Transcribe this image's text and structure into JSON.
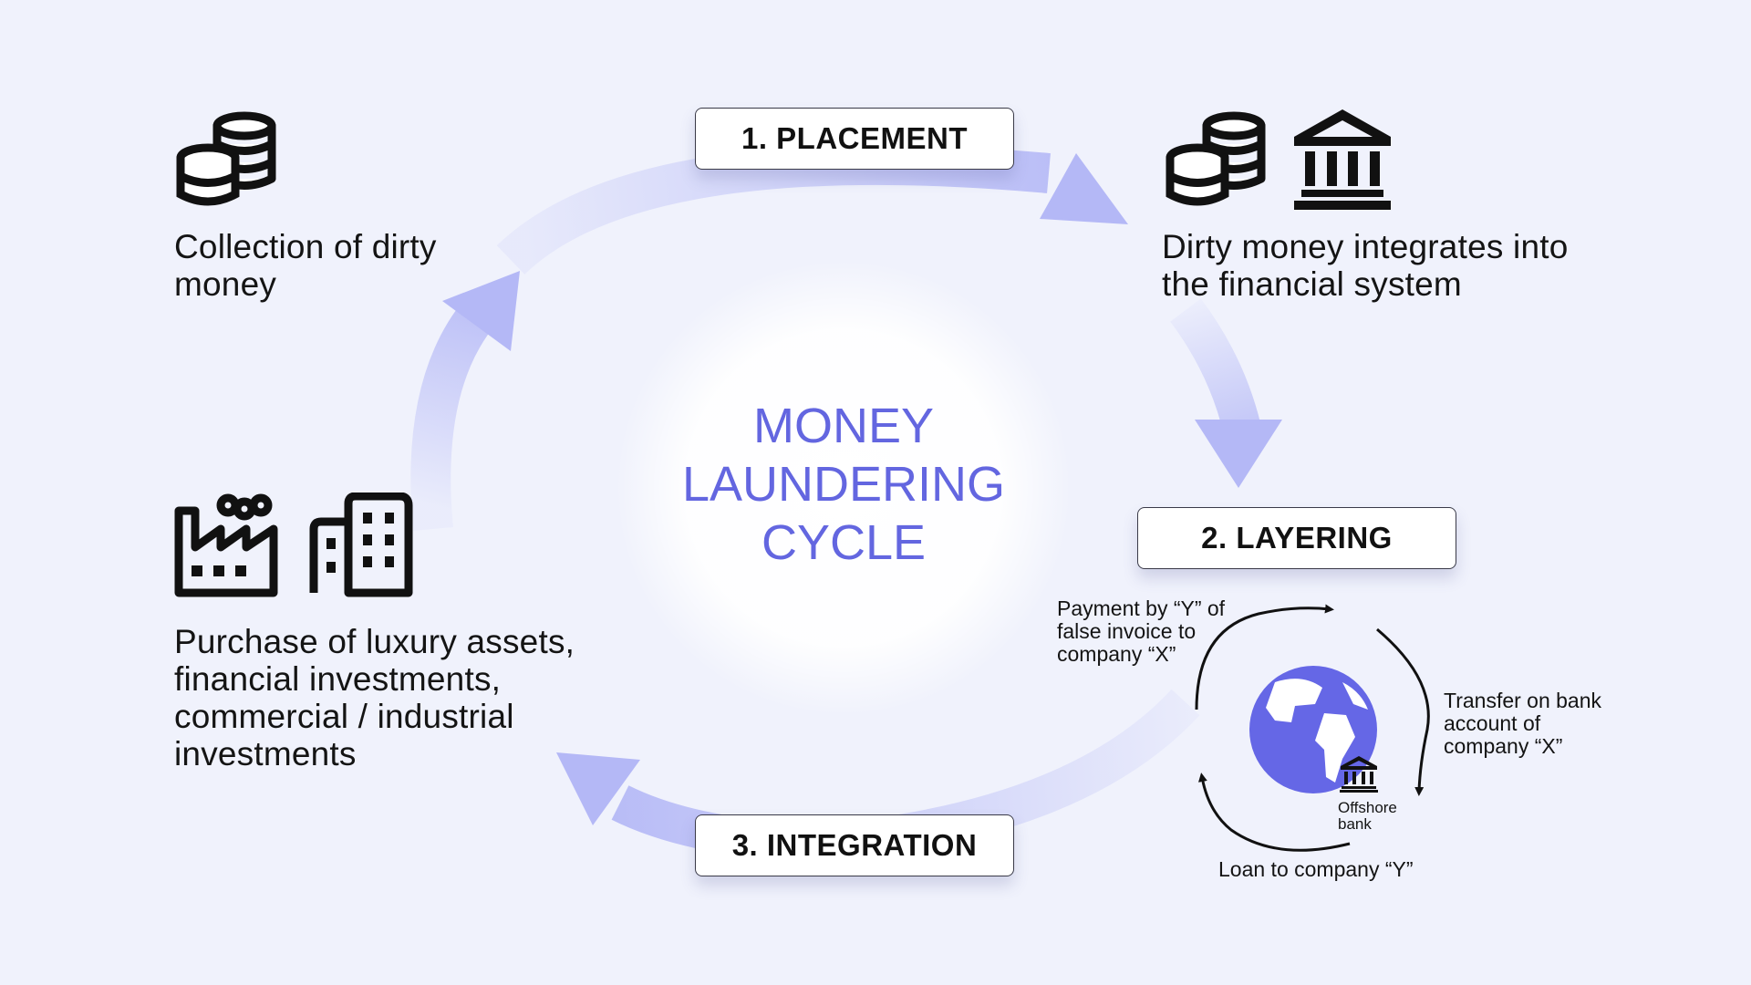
{
  "center": {
    "line1": "MONEY",
    "line2": "LAUNDERING",
    "line3": "CYCLE"
  },
  "stages": {
    "placement": "1. PLACEMENT",
    "layering": "2. LAYERING",
    "integration": "3. INTEGRATION"
  },
  "captions": {
    "collection": [
      "Collection of dirty",
      "money"
    ],
    "integrates": [
      "Dirty money integrates into",
      "the financial system"
    ],
    "purchase": [
      "Purchase of luxury assets,",
      "financial investments,",
      "commercial / industrial",
      "investments"
    ]
  },
  "layering_cycle": {
    "payment": [
      "Payment by “Y” of",
      "false invoice to",
      "company “X”"
    ],
    "transfer": [
      "Transfer on bank",
      "account of",
      "company “X”"
    ],
    "loan": "Loan to company “Y”",
    "offshore": [
      "Offshore",
      "bank"
    ]
  },
  "icons": {
    "collection": "coins-stack-icon",
    "integrates": [
      "coins-stack-icon",
      "bank-icon"
    ],
    "purchase": [
      "factory-icon",
      "office-building-icon"
    ],
    "globe": "globe-icon",
    "offshore": "bank-icon"
  },
  "colors": {
    "background": "#f0f2fc",
    "accent": "#6366e0",
    "arrow": "#b5b9f7",
    "globe": "#6567e6"
  }
}
